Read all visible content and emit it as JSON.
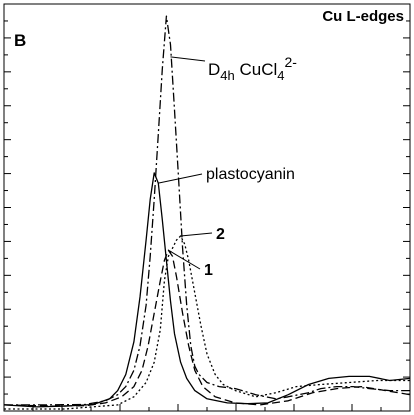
{
  "chart_data": {
    "type": "line",
    "panel_label": "B",
    "title": "Cu L-edges",
    "xlabel": "",
    "ylabel": "",
    "xlim": [
      0,
      100
    ],
    "ylim": [
      0,
      100
    ],
    "grid": false,
    "annotations": [
      {
        "series": "d4h",
        "base": "D",
        "sub1": "4h",
        "mid": " CuCl",
        "sub2": "4",
        "sup": "2-"
      },
      {
        "series": "plastocyanin",
        "text": "plastocyanin"
      },
      {
        "series": "two",
        "text": "2"
      },
      {
        "series": "one",
        "text": "1"
      }
    ],
    "series": [
      {
        "id": "d4h",
        "style": "dashdot",
        "points": [
          [
            0,
            1.5
          ],
          [
            10,
            1.5
          ],
          [
            20,
            1.6
          ],
          [
            25,
            2.5
          ],
          [
            28,
            4
          ],
          [
            30,
            6
          ],
          [
            32,
            10
          ],
          [
            33.5,
            16
          ],
          [
            35,
            26
          ],
          [
            36,
            38
          ],
          [
            37,
            52
          ],
          [
            38,
            68
          ],
          [
            39,
            84
          ],
          [
            40,
            97
          ],
          [
            41,
            90
          ],
          [
            42,
            74
          ],
          [
            43,
            57
          ],
          [
            44,
            40
          ],
          [
            45,
            26
          ],
          [
            46,
            16
          ],
          [
            47,
            11
          ],
          [
            48,
            9
          ],
          [
            50,
            7
          ],
          [
            53,
            6
          ],
          [
            57,
            5.5
          ],
          [
            62,
            4
          ],
          [
            67,
            3
          ],
          [
            70,
            3.5
          ],
          [
            75,
            4.5
          ],
          [
            78,
            5.5
          ],
          [
            82,
            6
          ],
          [
            86,
            6
          ],
          [
            90,
            5.5
          ],
          [
            95,
            5
          ],
          [
            100,
            5
          ]
        ]
      },
      {
        "id": "plastocyanin",
        "style": "solid",
        "points": [
          [
            0,
            1.5
          ],
          [
            8,
            1
          ],
          [
            15,
            1.2
          ],
          [
            22,
            1.6
          ],
          [
            26,
            3
          ],
          [
            28,
            5
          ],
          [
            30,
            9
          ],
          [
            32,
            17
          ],
          [
            33.5,
            28
          ],
          [
            35,
            42
          ],
          [
            36,
            52
          ],
          [
            37,
            58.5
          ],
          [
            38,
            56
          ],
          [
            39,
            47
          ],
          [
            40,
            37
          ],
          [
            41,
            27
          ],
          [
            42,
            19
          ],
          [
            43.5,
            12
          ],
          [
            45,
            8
          ],
          [
            47,
            5
          ],
          [
            50,
            3
          ],
          [
            55,
            2
          ],
          [
            60,
            1.8
          ],
          [
            65,
            2
          ],
          [
            70,
            4
          ],
          [
            75,
            6.5
          ],
          [
            80,
            8
          ],
          [
            85,
            8.5
          ],
          [
            90,
            8.5
          ],
          [
            95,
            7.5
          ],
          [
            100,
            8
          ]
        ]
      },
      {
        "id": "two",
        "style": "dotted",
        "points": [
          [
            0,
            0.5
          ],
          [
            15,
            0.5
          ],
          [
            28,
            1.5
          ],
          [
            32,
            3.5
          ],
          [
            35,
            7
          ],
          [
            37,
            12
          ],
          [
            38.5,
            20
          ],
          [
            39.5,
            32
          ],
          [
            40.5,
            38
          ],
          [
            41.5,
            40
          ],
          [
            42.5,
            42
          ],
          [
            43.5,
            43
          ],
          [
            44.5,
            41
          ],
          [
            45.5,
            37
          ],
          [
            47,
            29
          ],
          [
            48.5,
            21
          ],
          [
            50,
            14
          ],
          [
            52,
            9
          ],
          [
            54,
            6.5
          ],
          [
            57,
            5
          ],
          [
            62,
            3.5
          ],
          [
            67,
            4.5
          ],
          [
            72,
            6
          ],
          [
            78,
            6.5
          ],
          [
            85,
            7
          ],
          [
            92,
            7.5
          ],
          [
            100,
            7.5
          ]
        ]
      },
      {
        "id": "one",
        "style": "dashed",
        "points": [
          [
            0,
            1.5
          ],
          [
            12,
            1.2
          ],
          [
            20,
            1.3
          ],
          [
            25,
            2
          ],
          [
            29,
            3.5
          ],
          [
            32,
            6
          ],
          [
            34,
            10
          ],
          [
            35.5,
            16
          ],
          [
            37,
            24
          ],
          [
            38.5,
            32
          ],
          [
            39.5,
            37
          ],
          [
            40.5,
            39.5
          ],
          [
            41.5,
            38
          ],
          [
            42.5,
            33
          ],
          [
            44,
            24
          ],
          [
            45.5,
            16
          ],
          [
            47,
            10
          ],
          [
            49,
            6
          ],
          [
            52,
            3.5
          ],
          [
            57,
            2
          ],
          [
            63,
            1.5
          ],
          [
            70,
            2.5
          ],
          [
            76,
            4.5
          ],
          [
            82,
            5.5
          ],
          [
            88,
            6
          ],
          [
            94,
            5
          ],
          [
            100,
            4
          ]
        ]
      }
    ]
  }
}
